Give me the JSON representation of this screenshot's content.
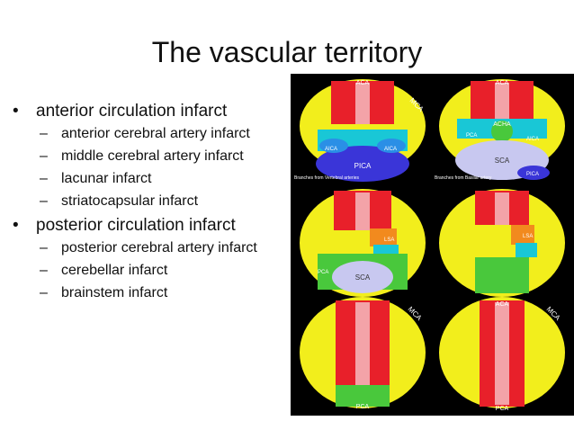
{
  "slide": {
    "title": "The vascular territory"
  },
  "bullets": [
    {
      "text": "anterior circulation infarct",
      "subs": [
        "anterior cerebral artery infarct",
        "middle cerebral artery infarct",
        "lacunar infarct",
        "striatocapsular infarct"
      ]
    },
    {
      "text": "posterior circulation infarct",
      "subs": [
        "posterior cerebral artery infarct",
        "cerebellar infarct",
        "brainstem infarct"
      ]
    }
  ],
  "figure": {
    "labels": {
      "aca": "ACA",
      "mca": "MCA",
      "pca": "PCA",
      "aica": "AICA",
      "pica": "PICA",
      "acha": "ACHA",
      "sca": "SCA",
      "lsa": "LSA",
      "branches_vert": "Branches from Vertebral arteries",
      "branches_basilar": "Branches from Basilar artery"
    },
    "colors": {
      "aca": "#e8202a",
      "mca": "#f2ee1c",
      "pca": "#49c83c",
      "acha": "#19c7d6",
      "lsa": "#f28a1e",
      "pica": "#3a35d8",
      "sca": "#c8c8f0",
      "aica": "#2a8fe6"
    }
  }
}
